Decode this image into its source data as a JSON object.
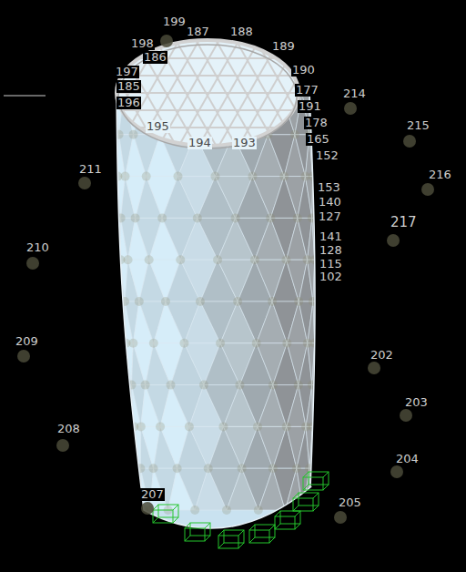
{
  "diagram": {
    "labels": [
      "199",
      "198",
      "187",
      "188",
      "189",
      "186",
      "190",
      "197",
      "185",
      "196",
      "177",
      "191",
      "214",
      "195",
      "178",
      "194",
      "193",
      "165",
      "215",
      "152",
      "211",
      "216",
      "153",
      "140",
      "127",
      "217",
      "210",
      "141",
      "128",
      "115",
      "102",
      "209",
      "202",
      "203",
      "208",
      "204",
      "205",
      "207"
    ]
  }
}
